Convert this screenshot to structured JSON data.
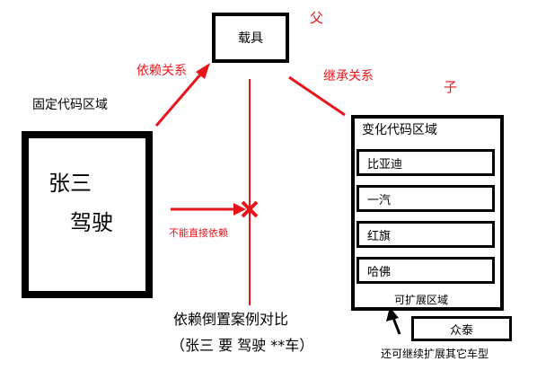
{
  "parent_box": {
    "label": "载具"
  },
  "parent_tag": "父",
  "child_tag": "子",
  "relations": {
    "dependency": "依赖关系",
    "inheritance": "继承关系",
    "no_direct_dependency": "不能直接依赖"
  },
  "fixed_region": {
    "title": "固定代码区域",
    "line1": "张三",
    "line2": "驾驶"
  },
  "variable_region": {
    "title": "变化代码区域",
    "items": [
      "比亚迪",
      "一汽",
      "红旗",
      "哈佛"
    ],
    "footer": "可扩展区域"
  },
  "extension": {
    "label": "众泰",
    "note": "还可继续扩展其它车型"
  },
  "caption": {
    "line1": "依赖倒置案例对比",
    "line2": "（张三 要 驾驶 **车）"
  },
  "colors": {
    "arrow_red": "#e8141b",
    "border": "#000000",
    "background": "#ffffff"
  },
  "icons": [
    "cross-mark-icon",
    "arrowhead-icon"
  ]
}
